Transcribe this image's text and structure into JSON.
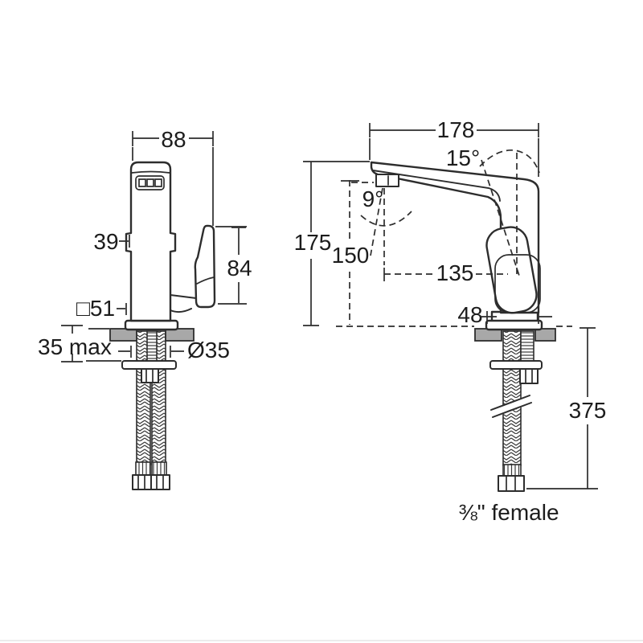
{
  "colors": {
    "line": "#2d2d2d",
    "countertop_fill": "#a8a8a8",
    "background": "#ffffff",
    "text": "#1c1c1c"
  },
  "front_view": {
    "width_label": "88",
    "side_tab_label": "39",
    "handle_height_label": "84",
    "base_square_label": "□51",
    "deck_thickness_label": "35 max",
    "hole_diameter_label": "Ø35"
  },
  "side_view": {
    "depth_label": "178",
    "handle_angle_label": "15°",
    "flow_angle_label": "9°",
    "spout_height_label": "175",
    "outlet_height_label": "150",
    "handle_reach_label": "135",
    "base_depth_label": "48",
    "hose_length_label": "375",
    "hose_fitting_label": "⅜\" female"
  }
}
